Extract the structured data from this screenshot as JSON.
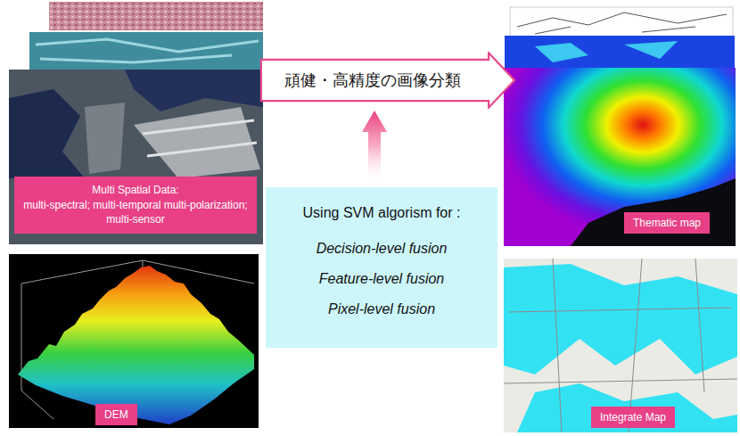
{
  "diagram": {
    "nodes": [
      {
        "text": [
          "Multi Spatial Data:",
          "multi-spectral; multi-temporal multi-polarization; multi-sensor"
        ]
      },
      {
        "text": [
          "頑健・高精度の画像分類"
        ]
      },
      {
        "text": [
          "Thematic map"
        ]
      },
      {
        "text": [
          "Using SVM algorism for :",
          "Decision-level fusion",
          "Feature-level fusion",
          "Pixel-level fusion"
        ]
      },
      {
        "text": [
          "DEM"
        ]
      },
      {
        "text": [
          "Integrate Map"
        ]
      }
    ],
    "edges": [
      {
        "from": 3,
        "to": 1,
        "arrow": "to"
      }
    ]
  }
}
